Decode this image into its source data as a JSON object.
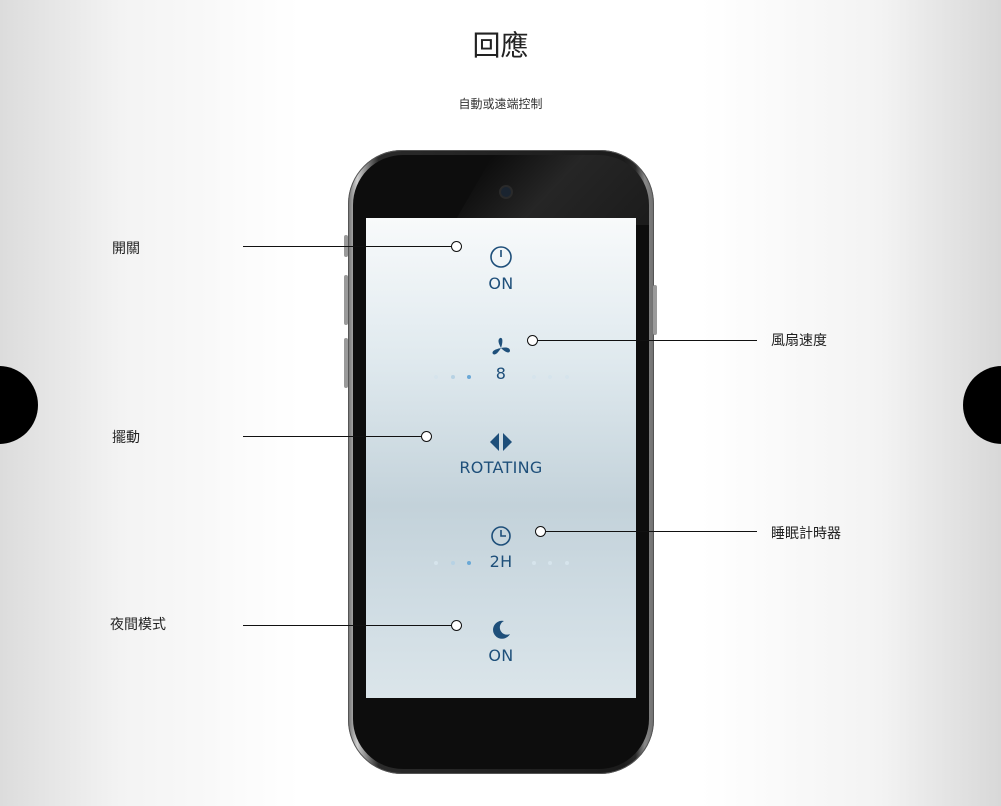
{
  "title": "回應",
  "subtitle": "自動或遠端控制",
  "callouts": {
    "power": "開關",
    "fan_speed": "風扇速度",
    "oscillation": "擺動",
    "sleep_timer": "睡眠計時器",
    "night_mode": "夜間模式"
  },
  "screen": {
    "power_state": "ON",
    "fan_speed_value": "8",
    "oscillation_state": "ROTATING",
    "timer_value": "2H",
    "night_mode_state": "ON"
  },
  "colors": {
    "accent": "#1e4f7a",
    "dot_active": "#6aa8d6",
    "dot_inactive": "#d6e4ec"
  },
  "icons": [
    "power-icon",
    "fan-icon",
    "oscillate-icon",
    "clock-icon",
    "moon-icon"
  ]
}
